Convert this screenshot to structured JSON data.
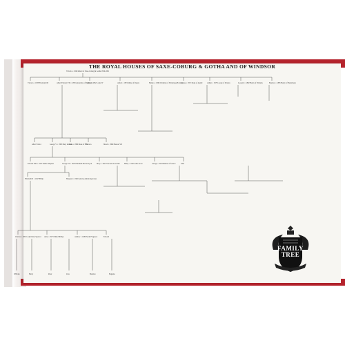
{
  "document": {
    "title": "THE ROYAL HOUSES OF SAXE-COBURG & GOTHA AND OF WINDSOR"
  },
  "colors": {
    "cover": "#b5232c",
    "paper": "#f7f6f2",
    "ink": "#444444"
  },
  "tree": {
    "root": "Victoria = 1840 Albert of Saxe-Coburg & Gotha 1819-1901",
    "children_of_victoria": [
      "Victoria = 1858 Frederick III",
      "Albert Edward VII = 1863 Alexandra of Denmark",
      "Alice = 1862 Louis IV",
      "Alfred = 1874 Marie of Russia",
      "Helena = 1866 Christian of Schleswig-Holstein",
      "Louise = 1871 Duke of Argyll",
      "Arthur = 1879 Louise of Prussia",
      "Leopold = 1882 Helen of Waldeck",
      "Beatrice = 1885 Henry of Battenberg"
    ],
    "edward_vii_children": [
      "Albert Victor",
      "George V = 1893 Mary of Teck",
      "Louise = 1889 Duke of Fife",
      "Victoria",
      "Maud = 1896 Haakon VII"
    ],
    "george_v_children": [
      "Edward VIII = 1937 Wallis Simpson",
      "George VI = 1923 Elizabeth Bowes-Lyon",
      "Mary = 1922 Viscount Lascelles",
      "Henry = 1935 Alice Scott",
      "George = 1934 Marina of Greece",
      "John"
    ],
    "george_vi_children": [
      "Elizabeth II = 1947 Philip",
      "Margaret = 1960 Antony Armstrong-Jones"
    ],
    "generation_labels": [
      "Charles = 1981 Lady Diana Spencer",
      "Anne = 1973 Mark Phillips",
      "Andrew = 1986 Sarah Ferguson",
      "Edward"
    ],
    "grandchildren": [
      "William",
      "Harry",
      "Peter",
      "Zara",
      "Beatrice",
      "Eugenie"
    ]
  },
  "crest": {
    "line1": "FAMILY",
    "line2": "TREE"
  }
}
